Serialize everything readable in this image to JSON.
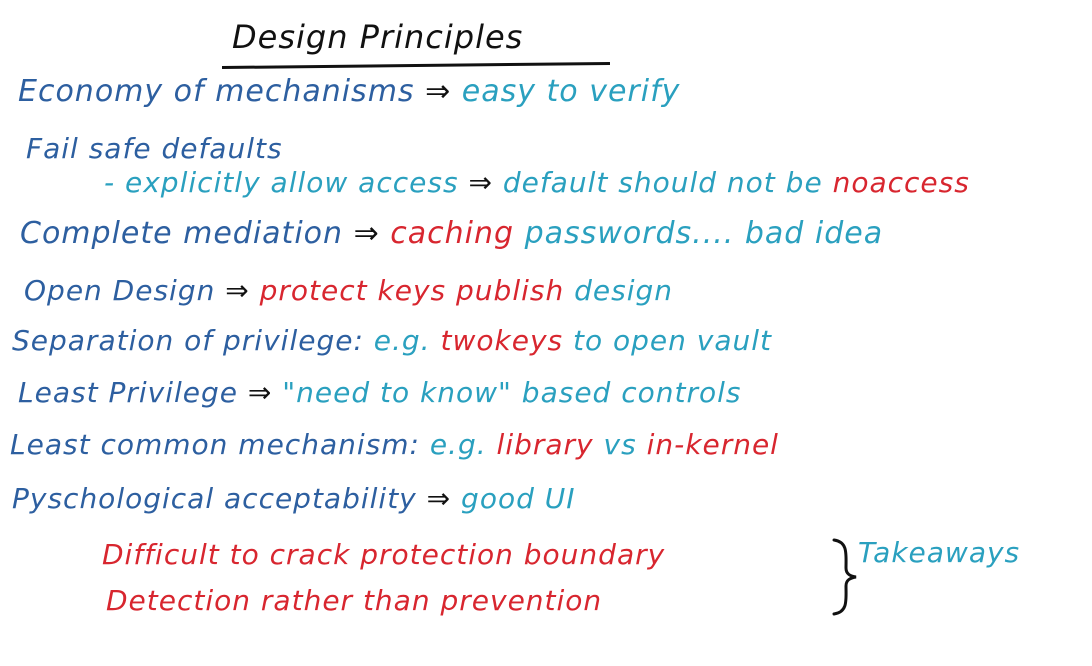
{
  "title": "Design Principles",
  "lines": {
    "economy": {
      "principle": "Economy of mechanisms",
      "arrow": "⇒",
      "note": "easy to verify"
    },
    "failsafe": {
      "principle": "Fail safe defaults"
    },
    "explicit": {
      "principle": "- explicitly allow access",
      "arrow": "⇒",
      "note": "default should not be",
      "highlight": "noaccess"
    },
    "complete": {
      "principle": "Complete mediation",
      "arrow": "⇒",
      "highlight": "caching",
      "note": "passwords.... bad idea"
    },
    "open": {
      "principle": "Open Design",
      "arrow": "⇒",
      "highlight": "protect keys publish",
      "note": "design"
    },
    "separation": {
      "principle": "Separation of privilege: ",
      "note": "e.g.",
      "highlight": "twokeys",
      "note2": "to open vault"
    },
    "least": {
      "principle": "Least Privilege",
      "arrow": "⇒",
      "note": "\"need to know\" based controls"
    },
    "leastcommon": {
      "principle": "Least common mechanism: ",
      "note": "e.g.",
      "highlight": "library",
      "note2": "vs",
      "highlight2": "in-kernel"
    },
    "psych": {
      "principle": "Pyschological acceptability",
      "arrow": "⇒",
      "note": "good UI"
    },
    "difficult": {
      "text": "Difficult to crack protection boundary"
    },
    "detection": {
      "text": "Detection rather than prevention"
    },
    "takeaways": {
      "text": "Takeaways"
    }
  }
}
